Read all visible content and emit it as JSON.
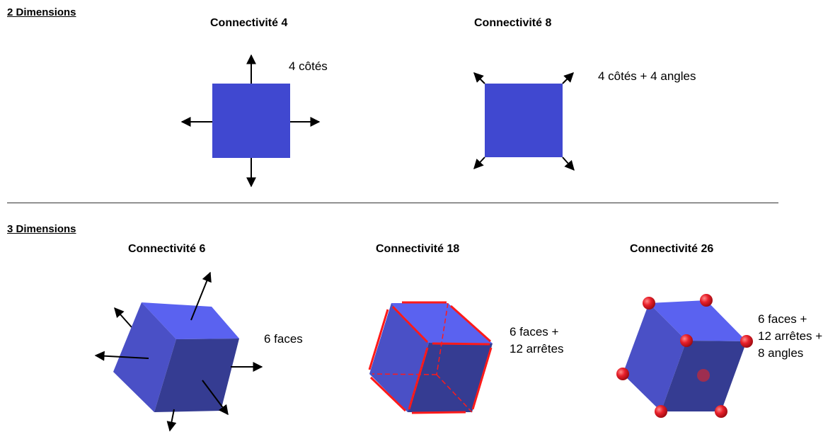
{
  "sections": {
    "two_d": {
      "title": "2 Dimensions"
    },
    "three_d": {
      "title": "3 Dimensions"
    }
  },
  "figures": {
    "c4": {
      "title": "Connectivité 4",
      "caption": [
        "4 côtés"
      ]
    },
    "c8": {
      "title": "Connectivité 8",
      "caption": [
        "4 côtés + 4 angles"
      ]
    },
    "c6": {
      "title": "Connectivité 6",
      "caption": [
        "6 faces"
      ]
    },
    "c18": {
      "title": "Connectivité 18",
      "caption": [
        "6 faces +",
        "12 arrêtes"
      ]
    },
    "c26": {
      "title": "Connectivité 26",
      "caption": [
        "6 faces +",
        "12 arrêtes +",
        "8 angles"
      ]
    }
  },
  "colors": {
    "square": "#4048d0",
    "cube_top": "#5a62f0",
    "cube_left": "#4a50c6",
    "cube_front": "#353c92",
    "edge_red": "#ff1a1a",
    "sphere_red": "#e8202a",
    "arrow": "#000000"
  }
}
